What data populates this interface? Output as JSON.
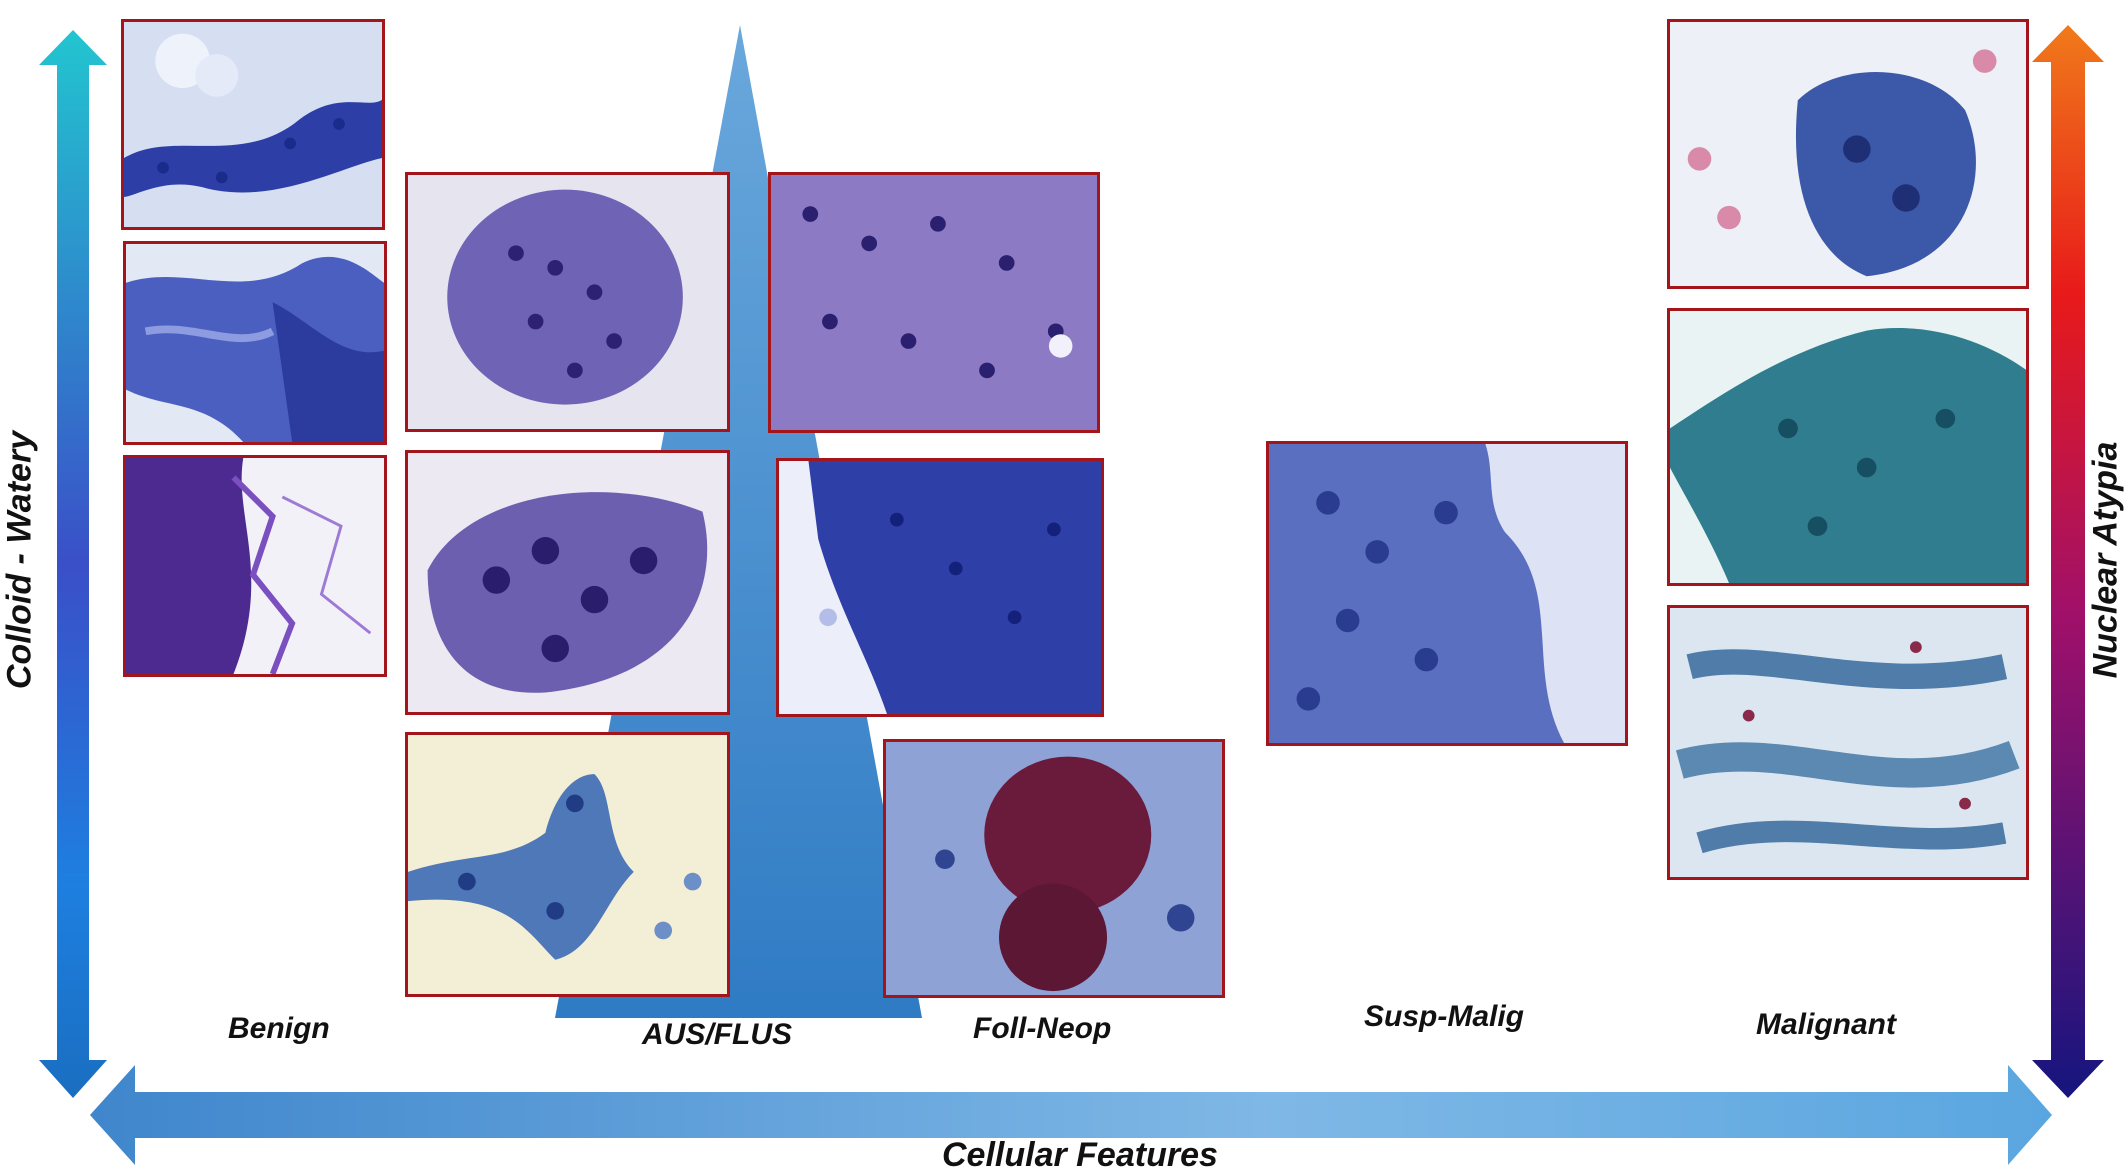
{
  "axes": {
    "x_label": "Cellular Features",
    "y_left_label": "Colloid - Watery",
    "y_right_label": "Nuclear Atypia"
  },
  "categories": [
    {
      "key": "benign",
      "label": "Benign"
    },
    {
      "key": "aus_flus",
      "label": "AUS/FLUS"
    },
    {
      "key": "foll_neop",
      "label": "Foll-Neop"
    },
    {
      "key": "susp_malig",
      "label": "Susp-Malig"
    },
    {
      "key": "malignant",
      "label": "Malignant"
    }
  ],
  "colors": {
    "panel_border": "#a3151b",
    "left_axis_top": "#22c5d0",
    "left_axis_mid": "#3a4fc8",
    "left_axis_bottom": "#1a6ec0",
    "right_axis_top": "#f07a1a",
    "right_axis_mid": "#d1103a",
    "right_axis_bottom": "#1a1a8a",
    "x_axis": "#4a90d0",
    "triangle": "#2f7bc4"
  }
}
